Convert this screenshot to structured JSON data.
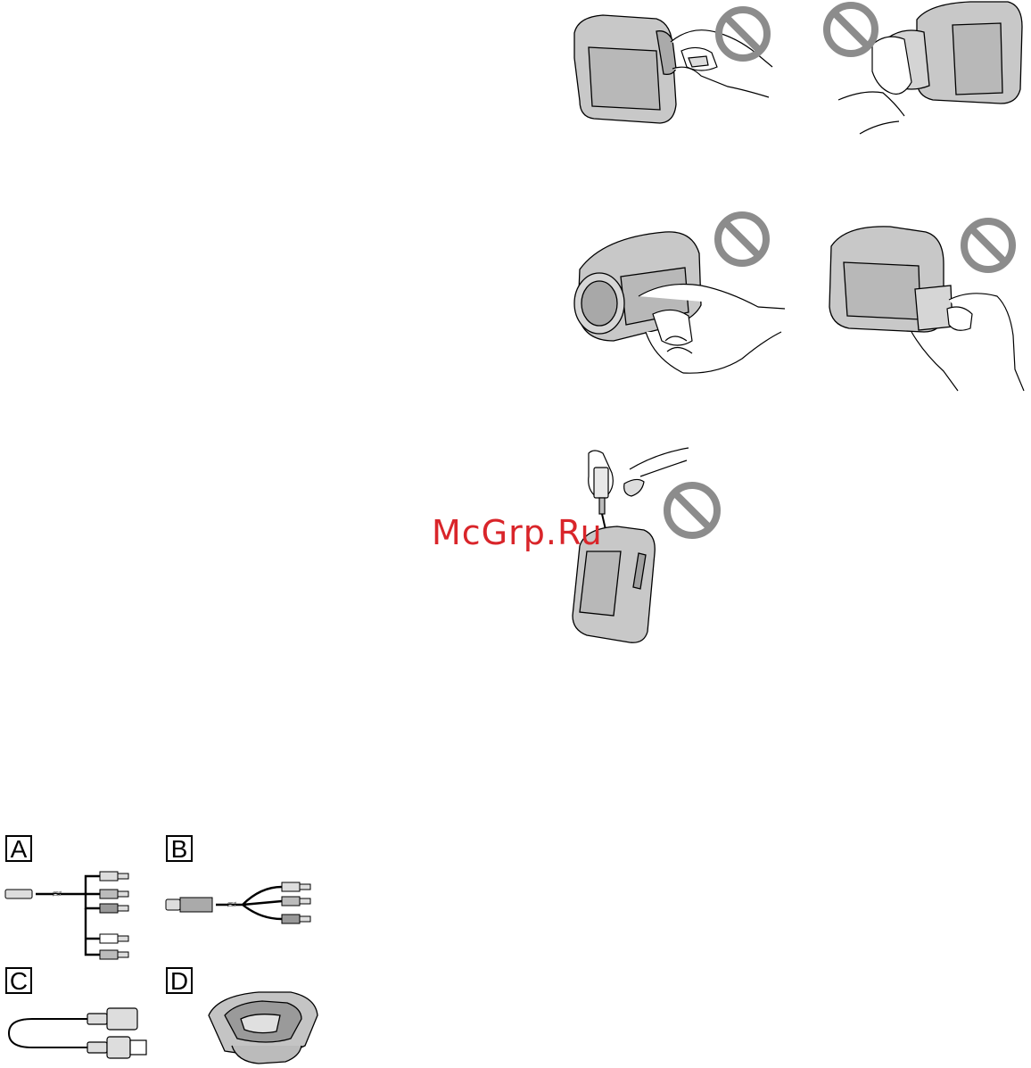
{
  "watermark": {
    "text": "McGrp.Ru",
    "color": "#d9252a"
  },
  "prohibited_icon_color": "#8c8c8c",
  "figures": [
    {
      "name": "camcorder-eyecup-forbidden"
    },
    {
      "name": "camcorder-lens-hood-forbidden"
    },
    {
      "name": "camcorder-lcd-grip-forbidden"
    },
    {
      "name": "camcorder-battery-grip-forbidden"
    },
    {
      "name": "camcorder-usb-cable-hang-forbidden"
    }
  ],
  "accessories": [
    {
      "label": "A",
      "item": "av-component-cable"
    },
    {
      "label": "B",
      "item": "av-cable"
    },
    {
      "label": "C",
      "item": "usb-connection-cable"
    },
    {
      "label": "D",
      "item": "lens-hood"
    }
  ]
}
